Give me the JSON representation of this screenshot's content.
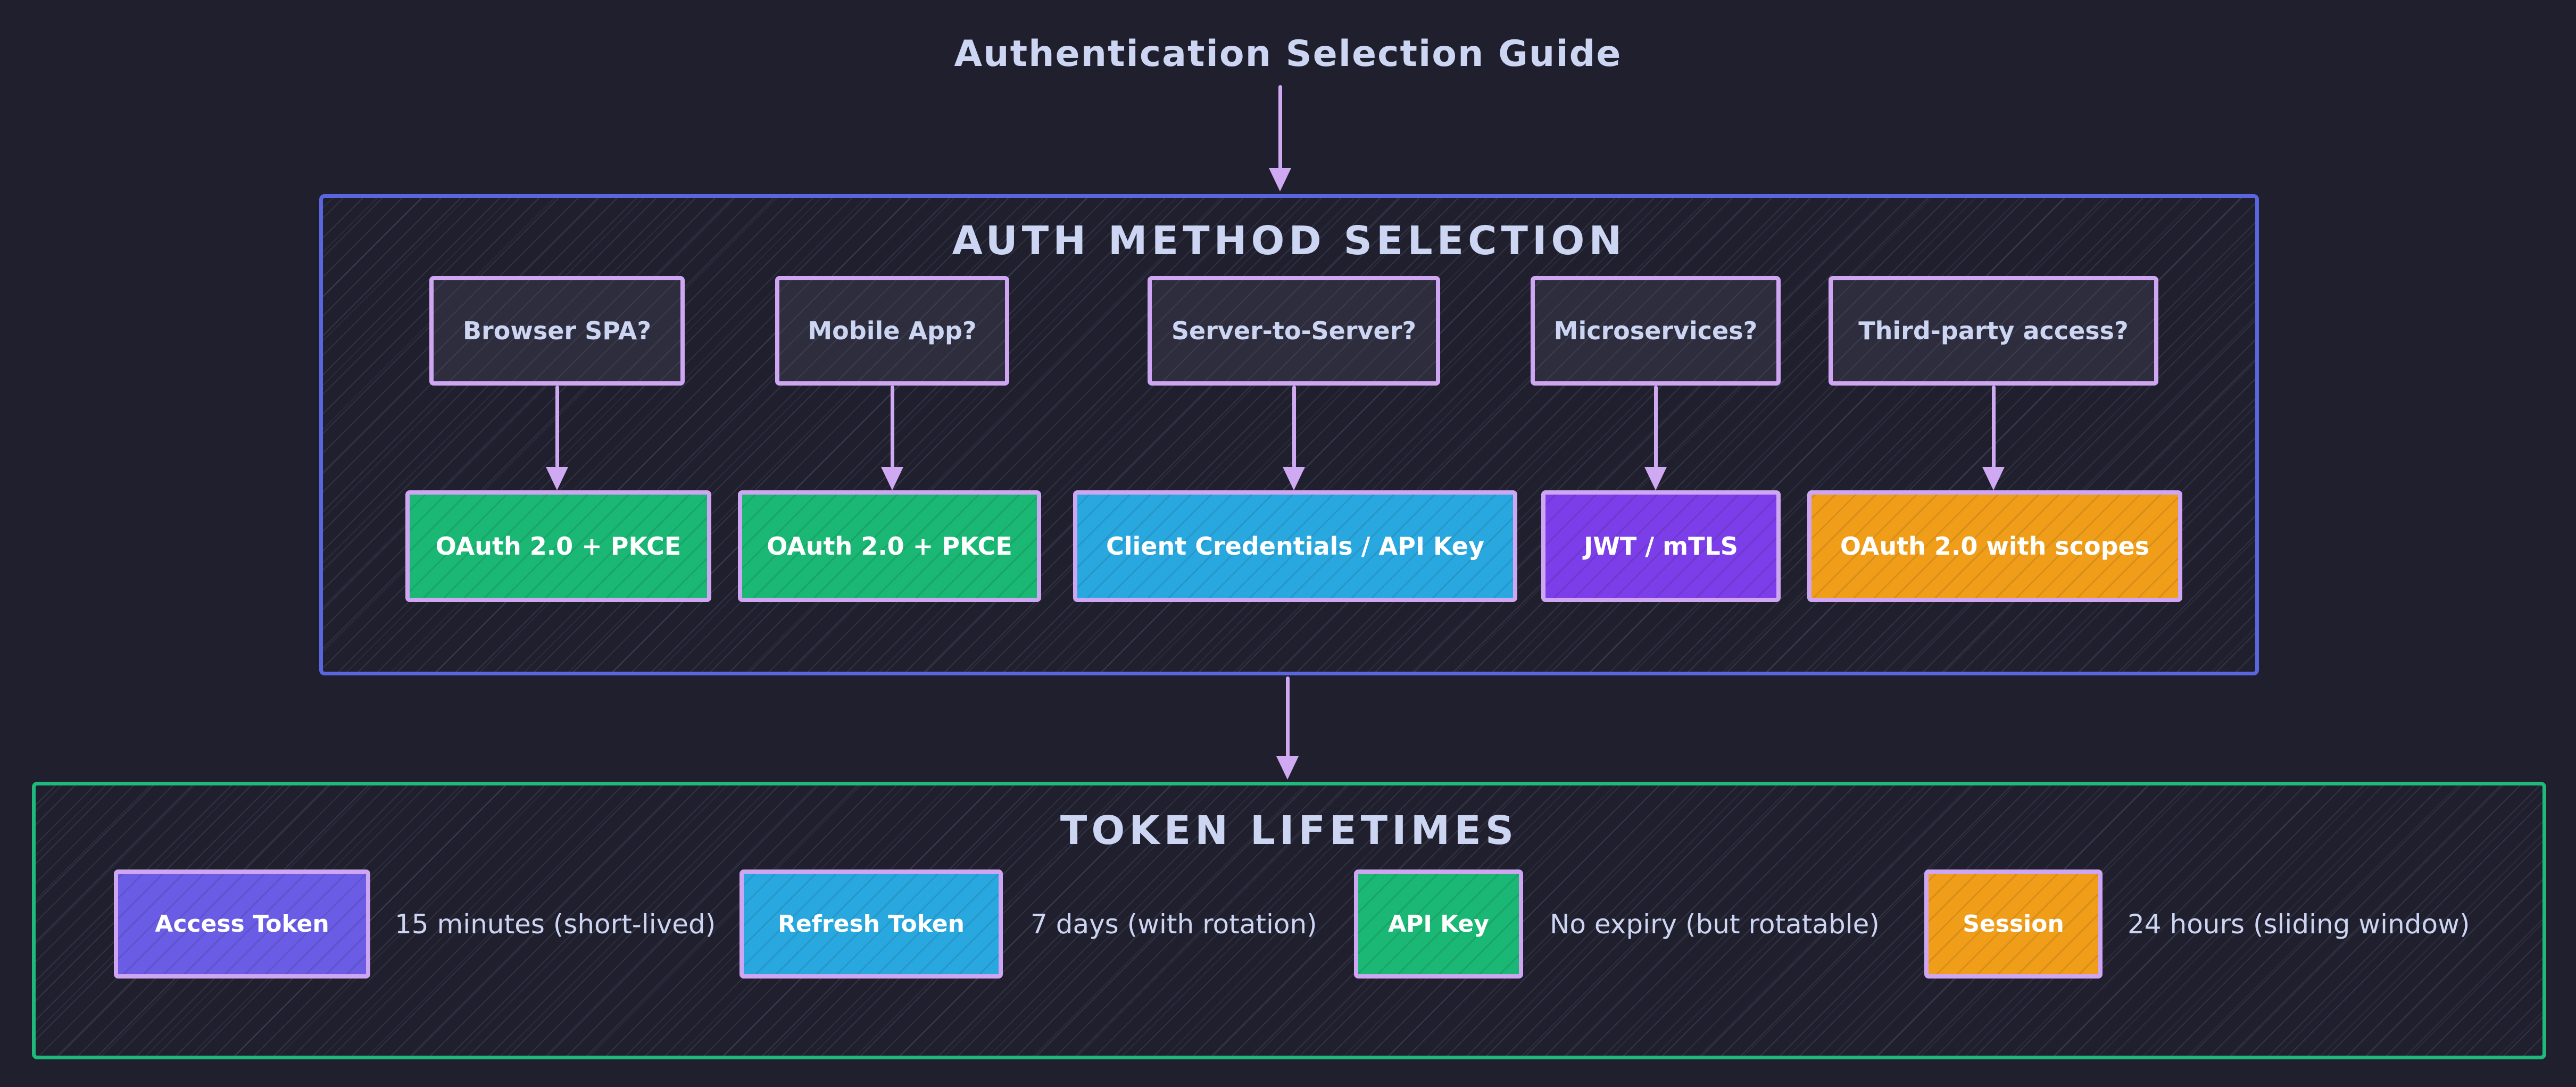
{
  "title": "Authentication Selection Guide",
  "colors": {
    "background": "#201f2d",
    "text": "#ccd5f2",
    "arrow": "#cfa9f2",
    "lavender_border": "#cfa6f2",
    "auth_border": "#5a66e0",
    "token_border": "#1fb97c",
    "question_fill": "#2e2d3d",
    "green": "#1ab874",
    "blue": "#29a8e0",
    "purple": "#7c3ee8",
    "orange": "#f09e1a",
    "indigo": "#6a5ce4"
  },
  "auth_section": {
    "title": "AUTH METHOD SELECTION",
    "decisions": [
      {
        "question": "Browser SPA?",
        "answer": "OAuth 2.0 + PKCE",
        "color": "#1ab874"
      },
      {
        "question": "Mobile App?",
        "answer": "OAuth 2.0 + PKCE",
        "color": "#1ab874"
      },
      {
        "question": "Server-to-Server?",
        "answer": "Client Credentials / API Key",
        "color": "#29a8e0"
      },
      {
        "question": "Microservices?",
        "answer": "JWT / mTLS",
        "color": "#7c3ee8"
      },
      {
        "question": "Third-party access?",
        "answer": "OAuth 2.0 with scopes",
        "color": "#f09e1a"
      }
    ]
  },
  "token_section": {
    "title": "TOKEN LIFETIMES",
    "tokens": [
      {
        "label": "Access Token",
        "color": "#6a5ce4",
        "lifetime": "15 minutes (short-lived)"
      },
      {
        "label": "Refresh Token",
        "color": "#29a8e0",
        "lifetime": "7 days (with rotation)"
      },
      {
        "label": "API Key",
        "color": "#1ab874",
        "lifetime": "No expiry (but rotatable)"
      },
      {
        "label": "Session",
        "color": "#f09e1a",
        "lifetime": "24 hours (sliding window)"
      }
    ]
  }
}
